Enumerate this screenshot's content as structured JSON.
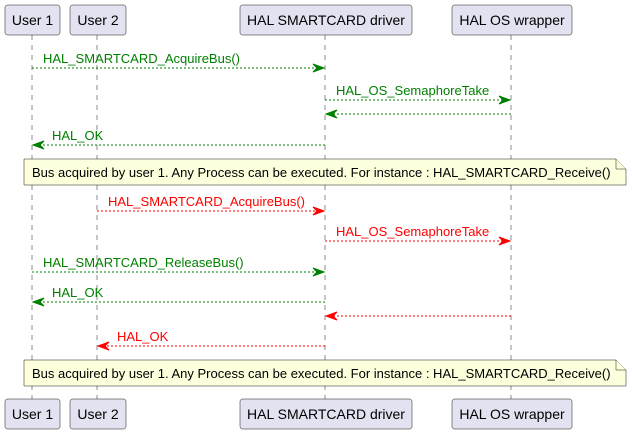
{
  "diagram": {
    "type": "sequence",
    "colors": {
      "green": "#008000",
      "red": "#FF0000",
      "participant_fill": "#E2E2F0",
      "note_fill": "#FEFFDD",
      "border": "#181818"
    },
    "participants": [
      {
        "id": "user1",
        "label": "User 1"
      },
      {
        "id": "user2",
        "label": "User 2"
      },
      {
        "id": "driver",
        "label": "HAL SMARTCARD driver"
      },
      {
        "id": "oswrapper",
        "label": "HAL OS wrapper"
      }
    ],
    "events": [
      {
        "kind": "message",
        "from": "user1",
        "to": "driver",
        "label": "HAL_SMARTCARD_AcquireBus()",
        "color": "green"
      },
      {
        "kind": "message",
        "from": "driver",
        "to": "oswrapper",
        "label": "HAL_OS_SemaphoreTake",
        "color": "green"
      },
      {
        "kind": "message",
        "from": "oswrapper",
        "to": "driver",
        "label": "",
        "color": "green"
      },
      {
        "kind": "message",
        "from": "driver",
        "to": "user1",
        "label": "HAL_OK",
        "color": "green"
      },
      {
        "kind": "note",
        "label": "Bus acquired by user 1. Any Process can be executed. For instance : HAL_SMARTCARD_Receive()"
      },
      {
        "kind": "message",
        "from": "user2",
        "to": "driver",
        "label": "HAL_SMARTCARD_AcquireBus()",
        "color": "red"
      },
      {
        "kind": "message",
        "from": "driver",
        "to": "oswrapper",
        "label": "HAL_OS_SemaphoreTake",
        "color": "red"
      },
      {
        "kind": "message",
        "from": "user1",
        "to": "driver",
        "label": "HAL_SMARTCARD_ReleaseBus()",
        "color": "green"
      },
      {
        "kind": "message",
        "from": "driver",
        "to": "user1",
        "label": "HAL_OK",
        "color": "green"
      },
      {
        "kind": "message",
        "from": "oswrapper",
        "to": "driver",
        "label": "",
        "color": "red"
      },
      {
        "kind": "message",
        "from": "driver",
        "to": "user2",
        "label": "HAL_OK",
        "color": "red"
      },
      {
        "kind": "note",
        "label": "Bus acquired by user 1. Any Process can be executed. For instance : HAL_SMARTCARD_Receive()"
      }
    ]
  }
}
